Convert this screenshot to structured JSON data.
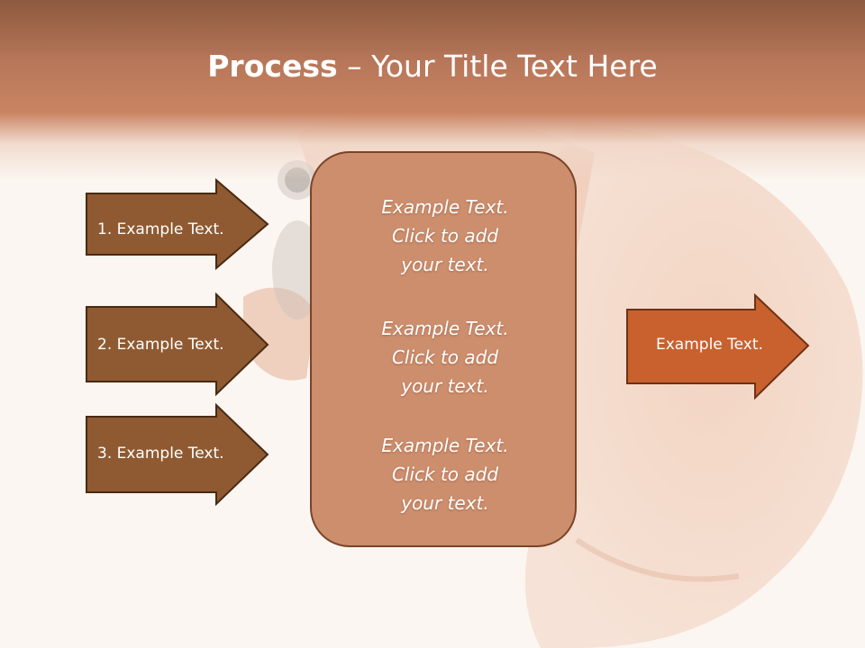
{
  "title": {
    "bold": "Process",
    "rest": " – Your Title Text Here"
  },
  "inputs": [
    {
      "label": "1. Example Text."
    },
    {
      "label": "2. Example Text."
    },
    {
      "label": "3. Example Text."
    }
  ],
  "center": [
    {
      "line1": "Example Text.",
      "line2": "Click  to add",
      "line3": "your text."
    },
    {
      "line1": "Example Text.",
      "line2": "Click  to add",
      "line3": "your text."
    },
    {
      "line1": "Example Text.",
      "line2": "Click  to add",
      "line3": "your text."
    }
  ],
  "output": {
    "label": "Example Text."
  },
  "colors": {
    "input_arrow": "#8f5a31",
    "input_arrow_border": "#4a2a12",
    "center_box": "#cd8e6d",
    "output_arrow": "#c9612f",
    "title_band": "#b8775a"
  }
}
